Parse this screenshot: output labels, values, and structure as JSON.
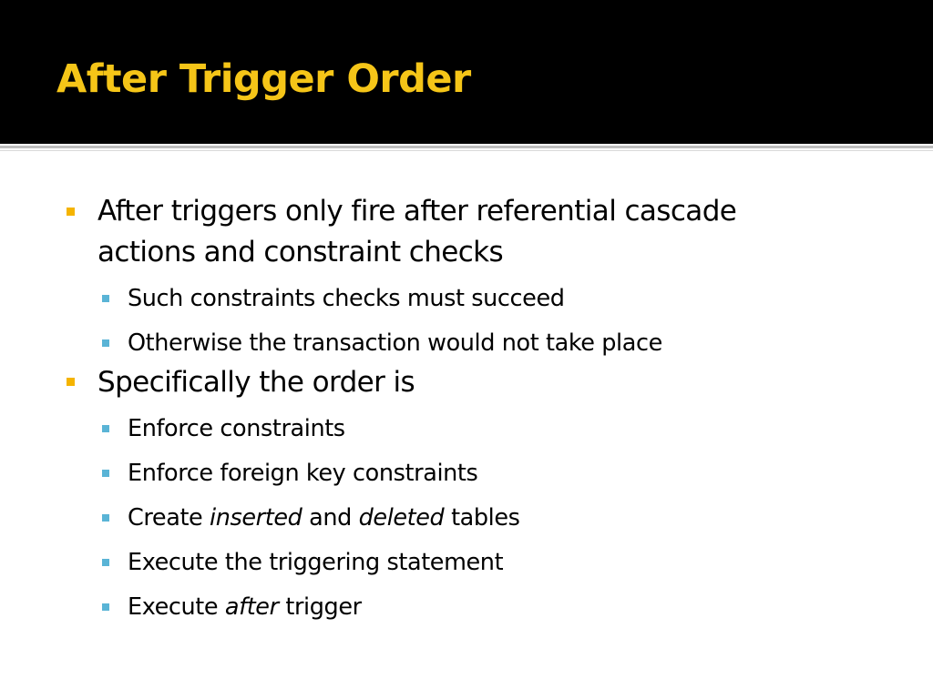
{
  "slide": {
    "title": "After Trigger Order",
    "colors": {
      "title_band": "#000000",
      "title_text": "#f5c518",
      "level1_bullet": "#f5b400",
      "level2_bullet": "#5ab4d6"
    },
    "bullets": {
      "b1_line1": "After triggers only fire after referential cascade",
      "b1_line2": "actions and constraint checks",
      "b1_sub1": "Such constraints checks must succeed",
      "b1_sub2": "Otherwise the transaction would not take place",
      "b2": "Specifically the order is",
      "b2_sub1": "Enforce constraints",
      "b2_sub2": "Enforce foreign key constraints",
      "b2_sub3_pre": "Create ",
      "b2_sub3_em1": "inserted",
      "b2_sub3_mid": " and ",
      "b2_sub3_em2": "deleted",
      "b2_sub3_post": " tables",
      "b2_sub4": "Execute the triggering statement",
      "b2_sub5_pre": "Execute ",
      "b2_sub5_em": "after",
      "b2_sub5_post": " trigger"
    }
  }
}
